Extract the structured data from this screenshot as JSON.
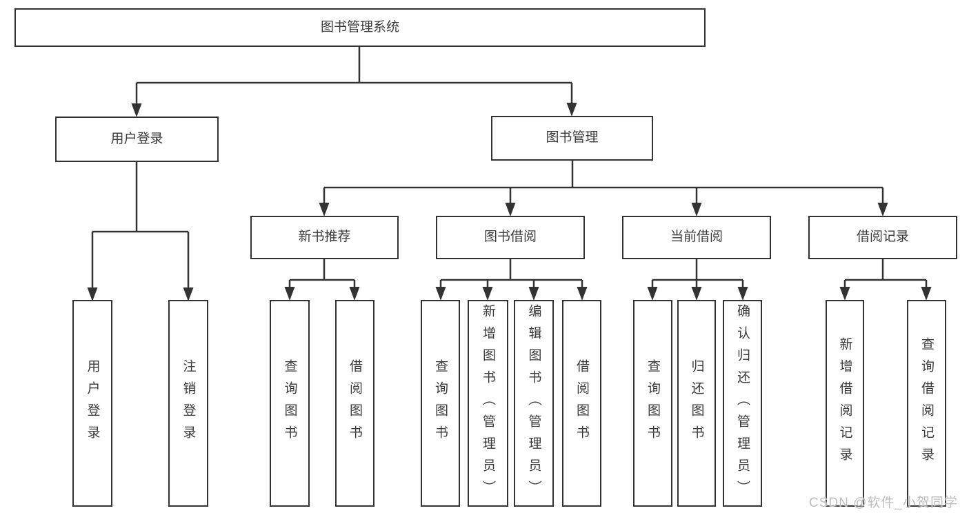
{
  "diagram": {
    "root": "图书管理系统",
    "user_login": {
      "label": "用户登录",
      "children": {
        "login": "用户登录",
        "logout": "注销登录"
      }
    },
    "book_mgmt": {
      "label": "图书管理",
      "new_book_rec": {
        "label": "新书推荐",
        "children": {
          "query": "查询图书",
          "borrow": "借阅图书"
        }
      },
      "book_borrow": {
        "label": "图书借阅",
        "children": {
          "query": "查询图书",
          "add": "新增图书（管理员）",
          "edit": "编辑图书（管理员）",
          "borrow": "借阅图书"
        }
      },
      "current_borrow": {
        "label": "当前借阅",
        "children": {
          "query": "查询图书",
          "return": "归还图书",
          "confirm": "确认归还（管理员）"
        }
      },
      "borrow_records": {
        "label": "借阅记录",
        "children": {
          "add": "新增借阅记录",
          "query": "查询借阅记录"
        }
      }
    }
  },
  "watermark": "CSDN @软件_小贺同学",
  "colors": {
    "line": "#333333",
    "text": "#3a3a3a",
    "box_bg": "#ffffff",
    "watermark": "#bdbdbd"
  }
}
